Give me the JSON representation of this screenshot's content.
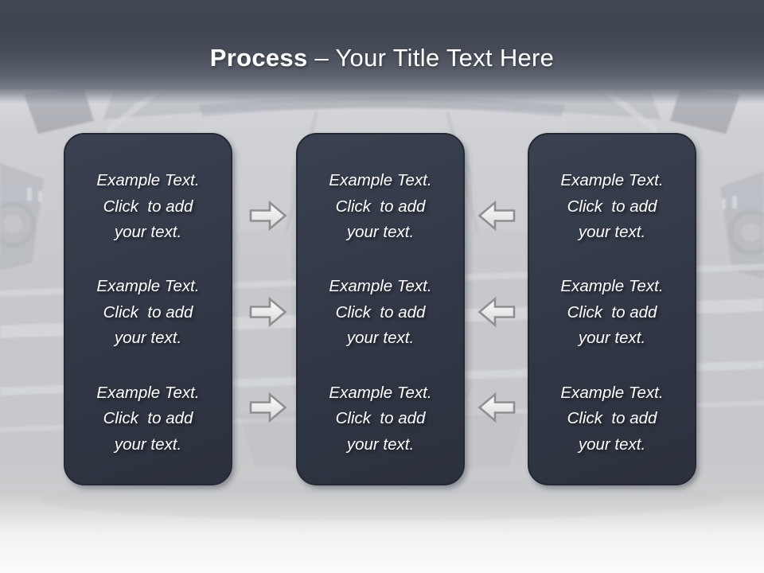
{
  "header": {
    "title_bold": "Process",
    "title_rest": "– Your Title Text Here"
  },
  "columns": [
    {
      "id": "left",
      "blocks": [
        {
          "lines": [
            "Example Text.",
            "Click  to add",
            "your text."
          ]
        },
        {
          "lines": [
            "Example Text.",
            "Click  to add",
            "your text."
          ]
        },
        {
          "lines": [
            "Example Text.",
            "Click  to add",
            "your text."
          ]
        }
      ]
    },
    {
      "id": "middle",
      "blocks": [
        {
          "lines": [
            "Example Text.",
            "Click  to add",
            "your text."
          ]
        },
        {
          "lines": [
            "Example Text.",
            "Click  to add",
            "your text."
          ]
        },
        {
          "lines": [
            "Example Text.",
            "Click  to add",
            "your text."
          ]
        }
      ]
    },
    {
      "id": "right",
      "blocks": [
        {
          "lines": [
            "Example Text.",
            "Click  to add",
            "your text."
          ]
        },
        {
          "lines": [
            "Example Text.",
            "Click  to add",
            "your text."
          ]
        },
        {
          "lines": [
            "Example Text.",
            "Click  to add",
            "your text."
          ]
        }
      ]
    }
  ],
  "arrows": {
    "forward_icon": "arrow-right-icon",
    "backward_icon": "arrow-left-icon",
    "rows": 3
  },
  "colors": {
    "header_gradient_top": "#434954",
    "header_gradient_bottom": "#757b85",
    "panel_fill": "#323946",
    "panel_border": "#242934",
    "title_text": "#ffffff",
    "body_text": "#ffffff",
    "arrow_fill_light": "#fdfdfd",
    "arrow_fill_dark": "#d7d8da",
    "arrow_stroke": "#8d8f91",
    "background_mid": "#c6c8cc"
  }
}
